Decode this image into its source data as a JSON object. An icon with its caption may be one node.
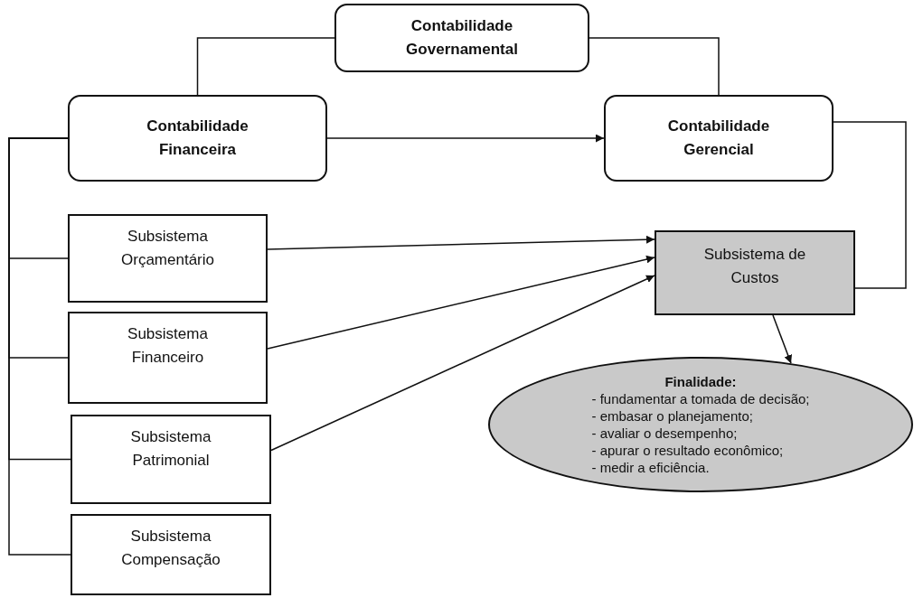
{
  "diagram": {
    "nodes": [
      {
        "text": [
          "Contabilidade Governamental"
        ]
      },
      {
        "text": [
          "Contabilidade Financeira"
        ]
      },
      {
        "text": [
          "Contabilidade Gerencial"
        ]
      },
      {
        "text": [
          "Subsistema Orçamentário"
        ]
      },
      {
        "text": [
          "Subsistema Financeiro"
        ]
      },
      {
        "text": [
          "Subsistema Patrimonial"
        ]
      },
      {
        "text": [
          "Subsistema Compensação"
        ]
      },
      {
        "text": [
          "Subsistema de Custos"
        ]
      },
      {
        "text": [
          "Finalidade:",
          "- fundamentar a tomada de decisão;",
          "- embasar o planejamento;",
          "- avaliar o desempenho;",
          "- apurar o resultado econômico;",
          "- medir a eficiência."
        ]
      }
    ],
    "edges": [
      {
        "from": 0,
        "to": 1,
        "arrow": "none"
      },
      {
        "from": 0,
        "to": 2,
        "arrow": "none"
      },
      {
        "from": 1,
        "to": 2,
        "arrow": "to"
      },
      {
        "from": 1,
        "to": 3,
        "arrow": "none"
      },
      {
        "from": 1,
        "to": 4,
        "arrow": "none"
      },
      {
        "from": 1,
        "to": 5,
        "arrow": "none"
      },
      {
        "from": 1,
        "to": 6,
        "arrow": "none"
      },
      {
        "from": 2,
        "to": 7,
        "arrow": "none"
      },
      {
        "from": 3,
        "to": 7,
        "arrow": "to"
      },
      {
        "from": 4,
        "to": 7,
        "arrow": "to"
      },
      {
        "from": 5,
        "to": 7,
        "arrow": "to"
      },
      {
        "from": 7,
        "to": 8,
        "arrow": "to"
      }
    ]
  }
}
